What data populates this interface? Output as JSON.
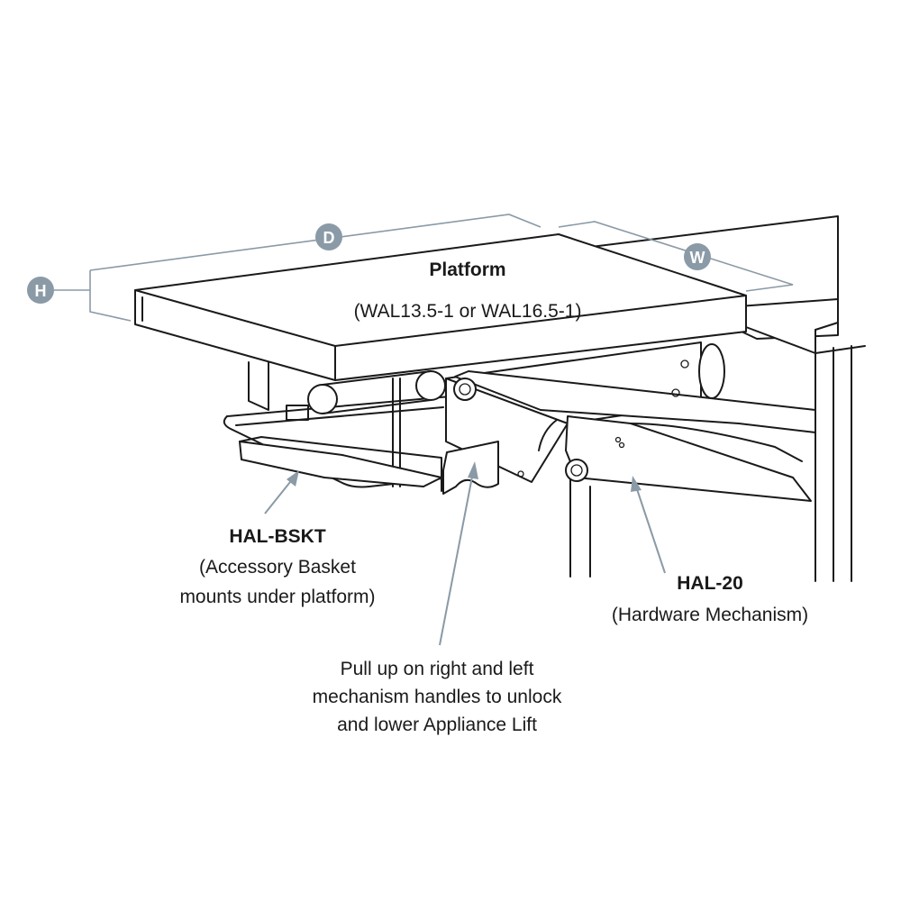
{
  "dimensions": {
    "depth_badge": "D",
    "width_badge": "W",
    "height_badge": "H"
  },
  "callouts": {
    "platform_title": "Platform",
    "platform_models": "(WAL13.5-1 or WAL16.5-1)",
    "basket_code": "HAL-BSKT",
    "basket_desc_line1": "(Accessory Basket",
    "basket_desc_line2": "mounts under platform)",
    "mechanism_code": "HAL-20",
    "mechanism_desc": "(Hardware Mechanism)",
    "instruction_line1": "Pull up on right and left",
    "instruction_line2": "mechanism handles to unlock",
    "instruction_line3": "and lower Appliance Lift"
  },
  "colors": {
    "line": "#1a1a1a",
    "dimension_gray": "#8a9aa6",
    "badge_fill": "#8a9aa6",
    "background": "#ffffff"
  }
}
